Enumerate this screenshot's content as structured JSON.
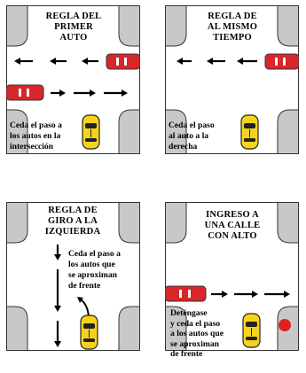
{
  "panels": [
    {
      "id": "primer-auto",
      "title": "REGLA DEL\nPRIMER\nAUTO",
      "text": "Ceda el paso a\nlos autos en la\nintersección"
    },
    {
      "id": "mismo-tiempo",
      "title": "REGLA DE\nAL MISMO\nTIEMPO",
      "text": "Ceda el paso\nal auto a la\nderecha"
    },
    {
      "id": "giro-izquierda",
      "title": "REGLA DE\nGIRO A LA\nIZQUIERDA",
      "text": "Ceda el paso a\nlos autos que\nse aproximan\nde frente"
    },
    {
      "id": "calle-alto",
      "title": "INGRESO A\nUNA CALLE\nCON ALTO",
      "text": "Deténgase\ny ceda el paso\na los autos que\nse aproximan\nde frente"
    }
  ],
  "colors": {
    "curb": "#c8c8c8",
    "curb_stroke": "#333333",
    "red_car": "#d9262b",
    "yellow_car": "#f5d31c",
    "stop_sign": "#e0221f",
    "arrow": "#000000"
  },
  "icons": [
    "arrow-left-icon",
    "arrow-right-icon",
    "arrow-down-icon",
    "red-car-icon",
    "yellow-car-icon",
    "stop-sign-icon"
  ]
}
